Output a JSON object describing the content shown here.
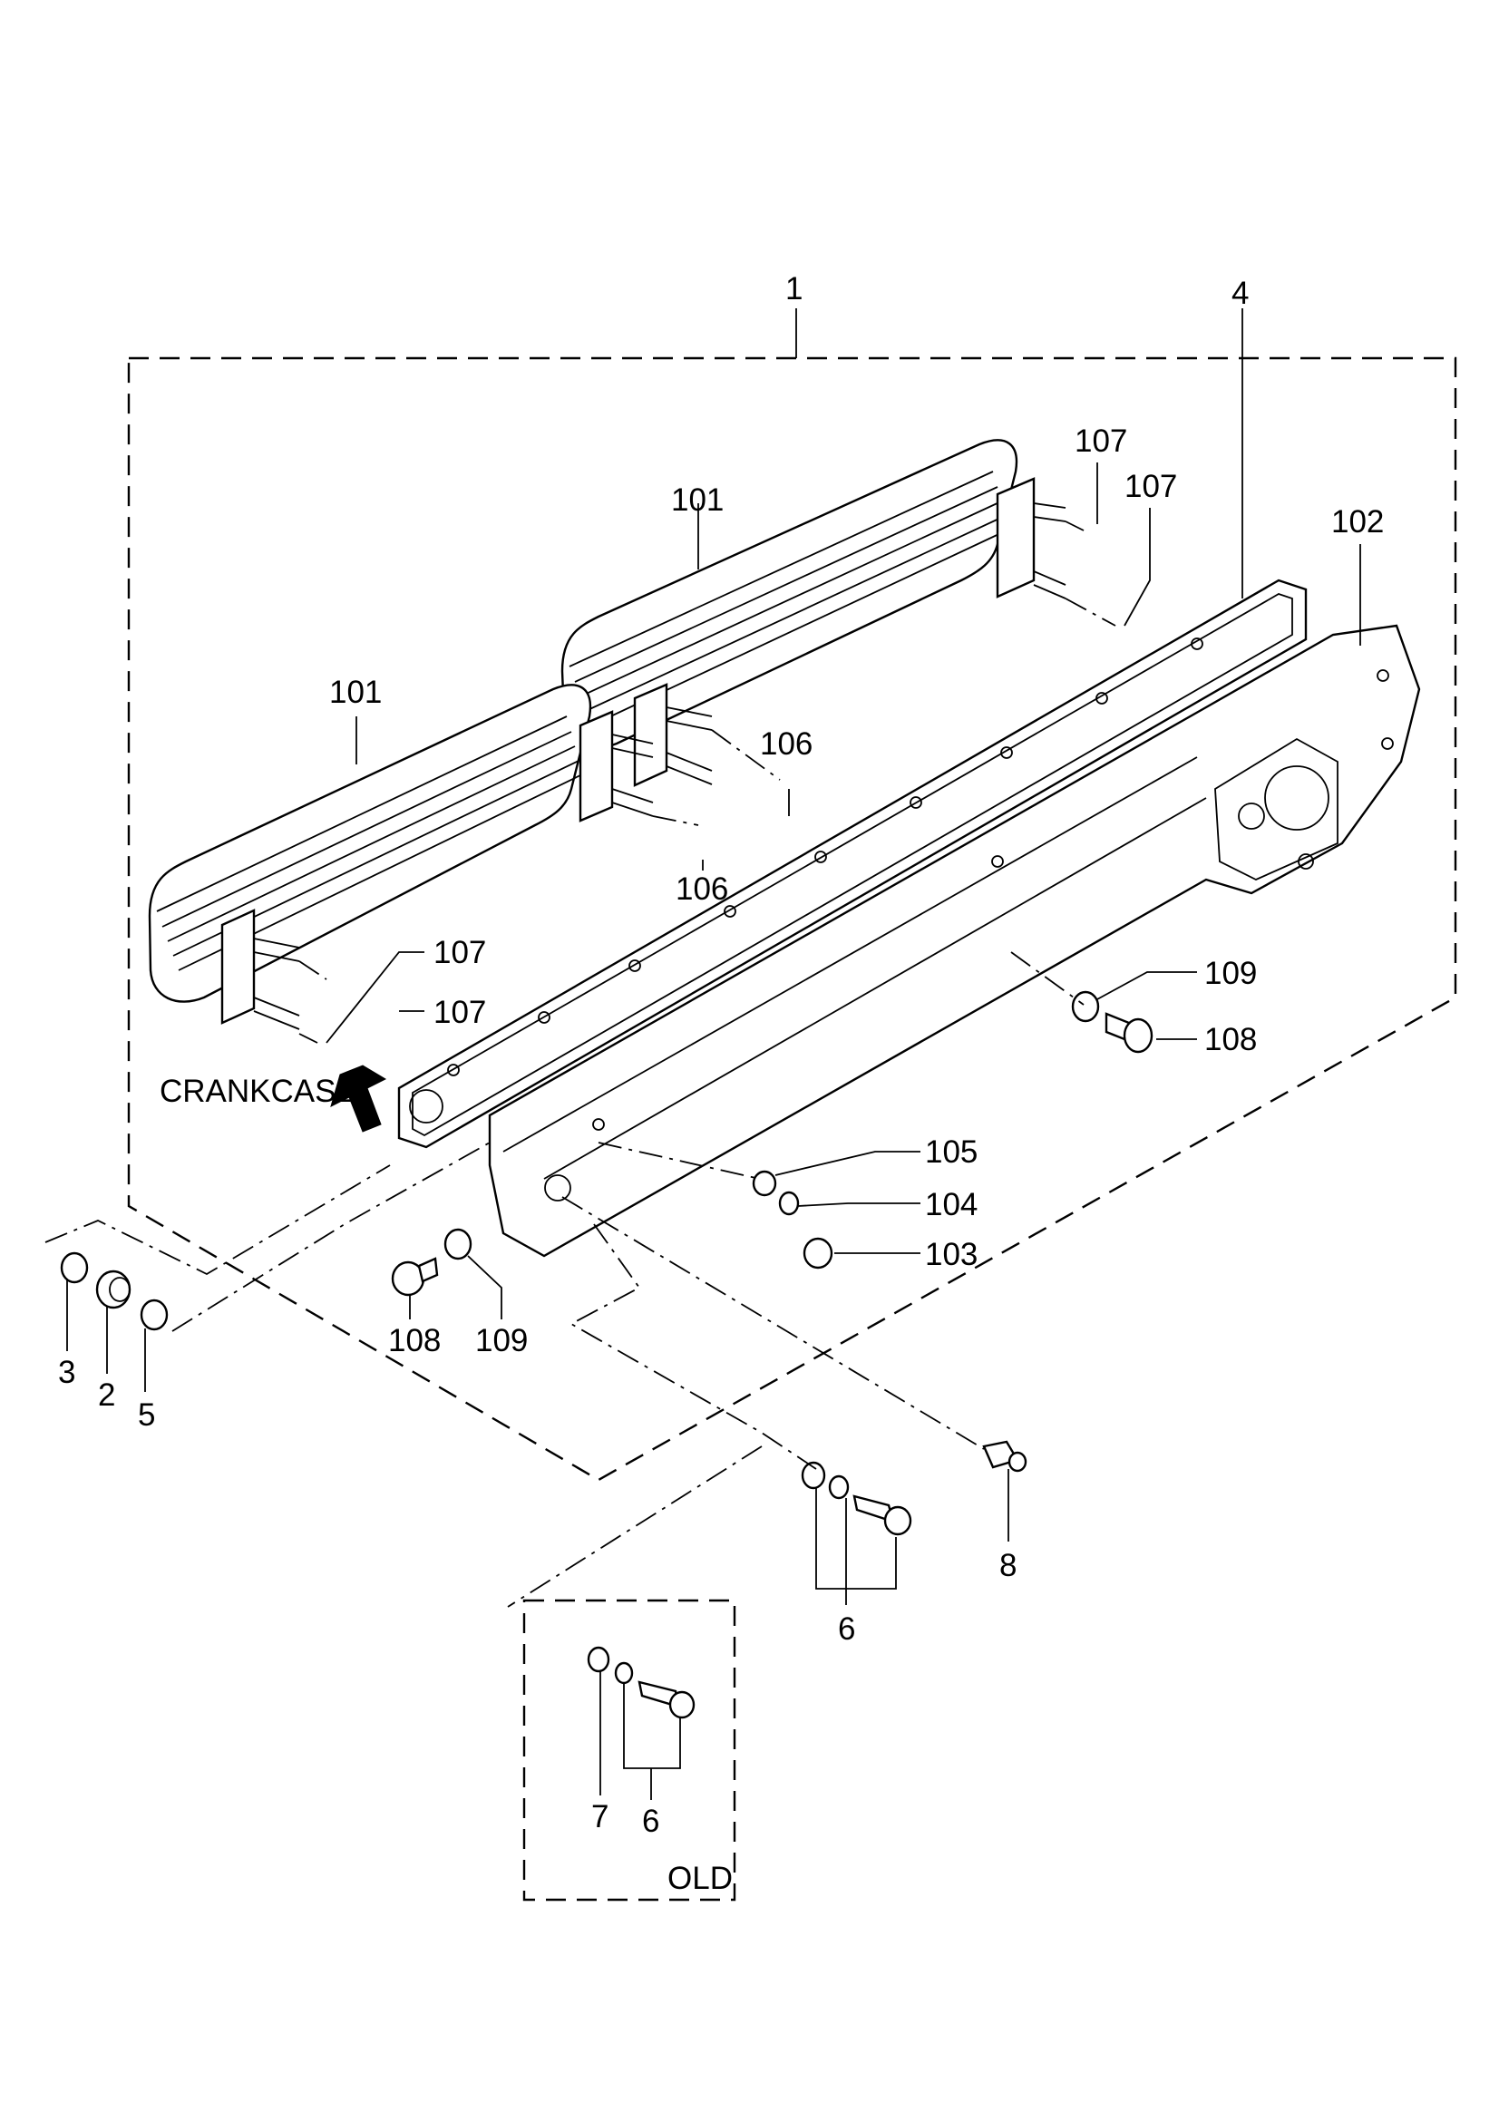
{
  "callouts": {
    "c1": "1",
    "c4": "4",
    "c101a": "101",
    "c101b": "101",
    "c102": "102",
    "c107a": "107",
    "c107b": "107",
    "c107c": "107",
    "c107d": "107",
    "c106a": "106",
    "c106b": "106",
    "c109a": "109",
    "c108a": "108",
    "c105": "105",
    "c104": "104",
    "c103": "103",
    "c108b": "108",
    "c109b": "109",
    "c3": "3",
    "c2": "2",
    "c5": "5",
    "c8": "8",
    "c6a": "6",
    "c7": "7",
    "c6b": "6"
  },
  "notes": {
    "crankcase": "CRANKCASE",
    "old": "OLD"
  }
}
